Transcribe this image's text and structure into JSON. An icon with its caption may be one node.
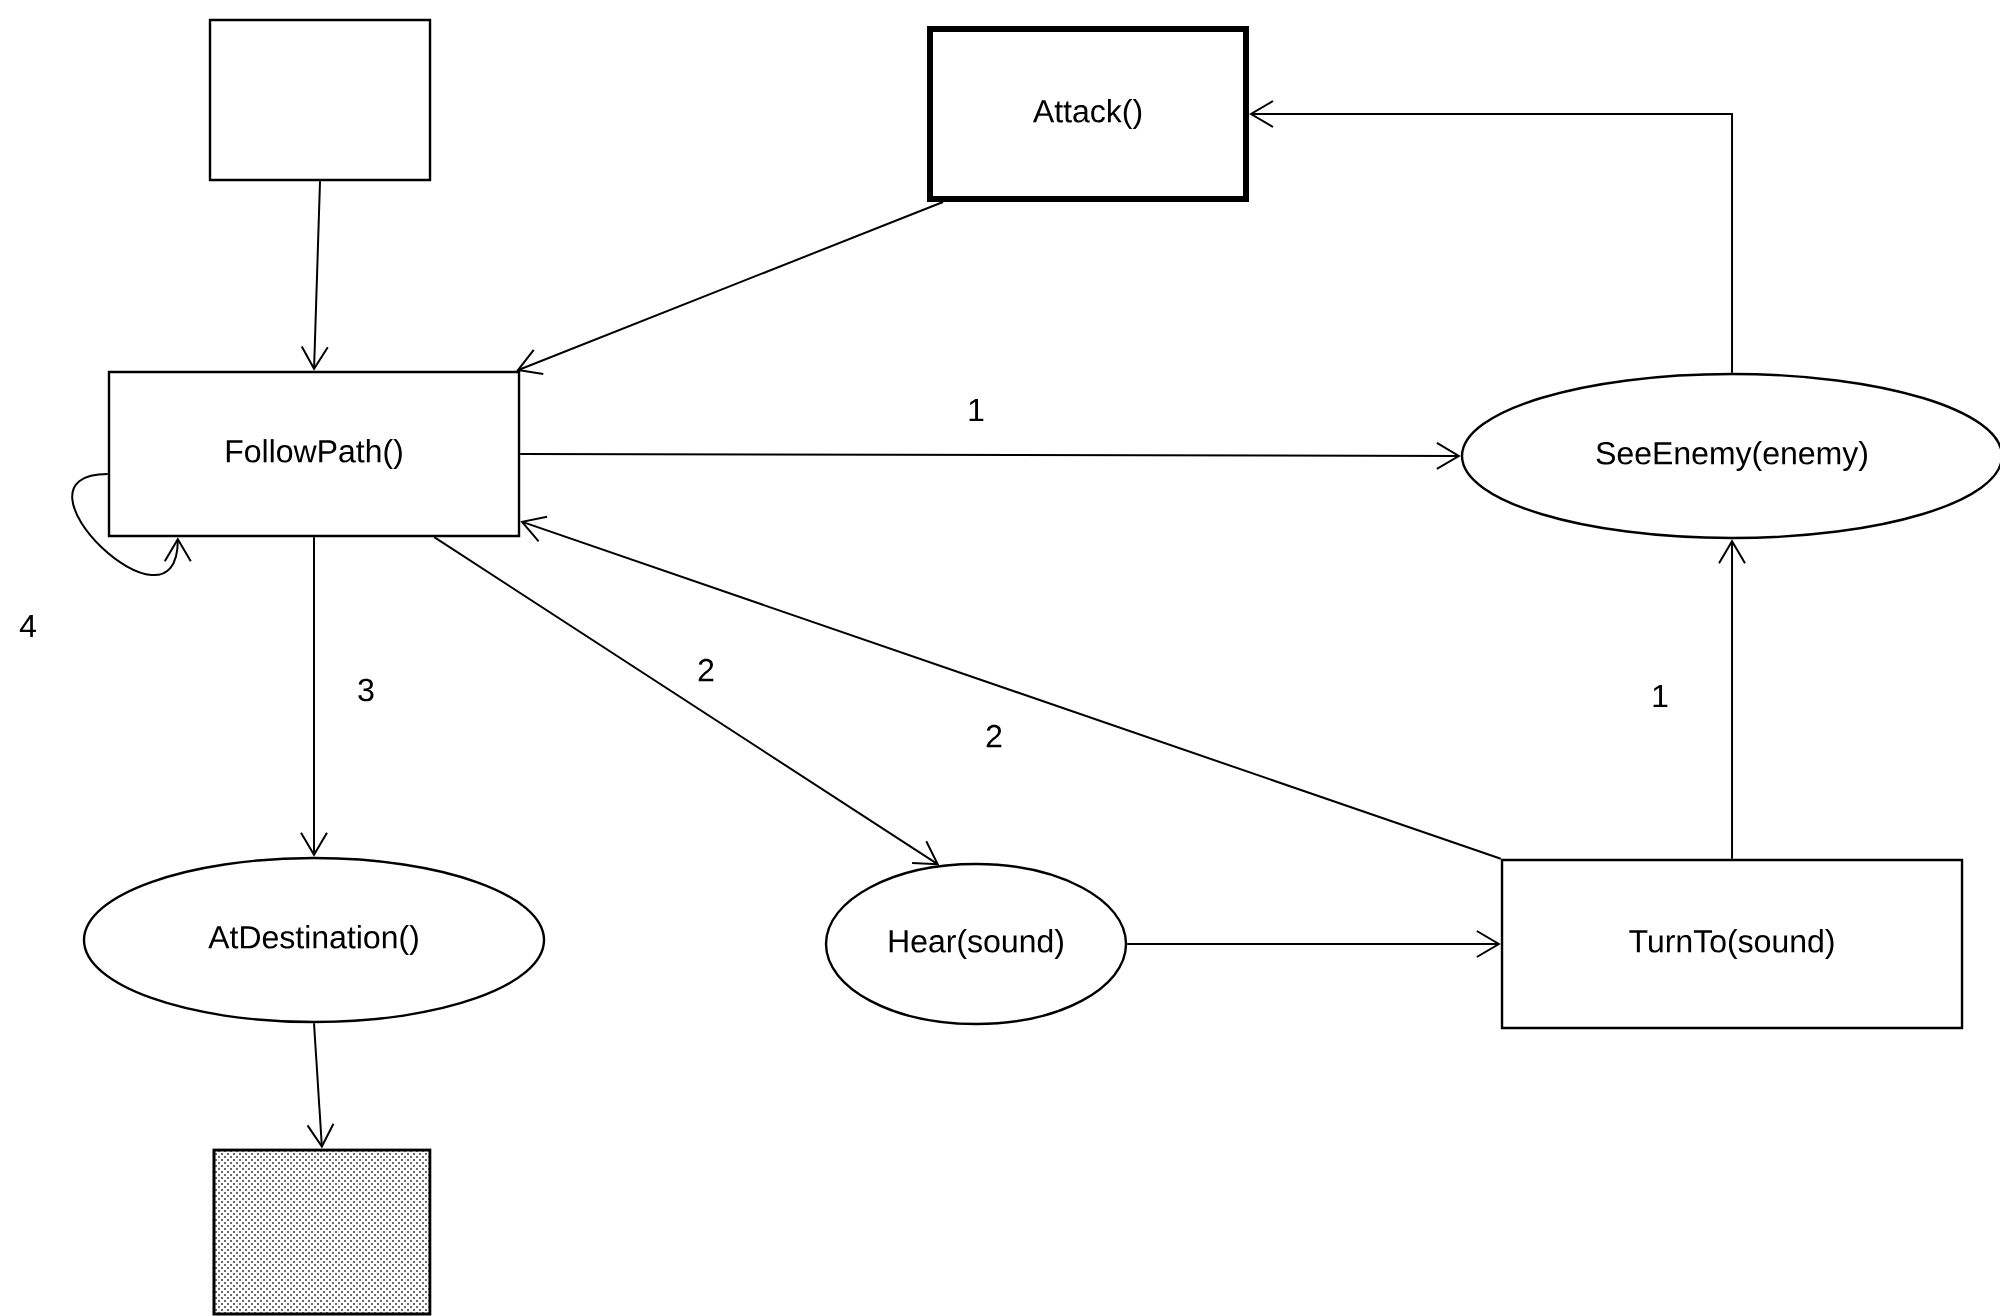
{
  "diagram": {
    "nodes": [
      {
        "text": [],
        "shape": "box"
      },
      {
        "text": [
          "Attack()"
        ]
      },
      {
        "text": [
          "FollowPath()"
        ]
      },
      {
        "text": [
          "SeeEnemy(enemy)"
        ]
      },
      {
        "text": [
          "AtDestination()"
        ]
      },
      {
        "text": [
          "Hear(sound)"
        ]
      },
      {
        "text": [
          "TurnTo(sound)"
        ]
      },
      {
        "text": [],
        "shape": "box"
      }
    ],
    "edges": [
      {
        "from": 0,
        "to": 2,
        "arrow": "to"
      },
      {
        "from": 1,
        "to": 2,
        "arrow": "to"
      },
      {
        "from": 2,
        "to": 3,
        "arrow": "to",
        "label": "1"
      },
      {
        "from": 3,
        "to": 1,
        "arrow": "to"
      },
      {
        "from": 2,
        "to": 2,
        "arrow": "to",
        "label": "4"
      },
      {
        "from": 2,
        "to": 4,
        "arrow": "to",
        "label": "3"
      },
      {
        "from": 2,
        "to": 5,
        "arrow": "to",
        "label": "2"
      },
      {
        "from": 6,
        "to": 2,
        "arrow": "to",
        "label": "2"
      },
      {
        "from": 6,
        "to": 3,
        "arrow": "to",
        "label": "1"
      },
      {
        "from": 5,
        "to": 6,
        "arrow": "to"
      },
      {
        "from": 4,
        "to": 7,
        "arrow": "to"
      }
    ]
  }
}
